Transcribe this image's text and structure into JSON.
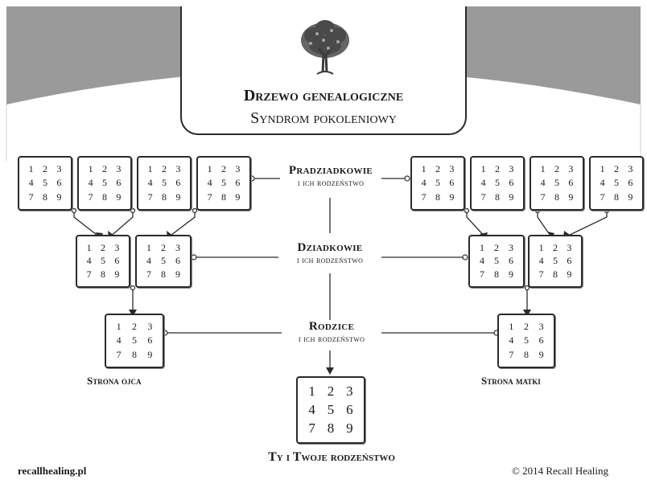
{
  "header": {
    "title": "Drzewo genealogiczne",
    "subtitle": "Syndrom pokoleniowy",
    "tree_icon": "tree-icon"
  },
  "grid_numbers": [
    "1",
    "2",
    "3",
    "4",
    "5",
    "6",
    "7",
    "8",
    "9"
  ],
  "levels": {
    "great_grandparents": {
      "title": "Pradziadkowie",
      "sub": "i ich rodzeństwo"
    },
    "grandparents": {
      "title": "Dziadkowie",
      "sub": "i ich rodzeństwo"
    },
    "parents": {
      "title": "Rodzice",
      "sub": "i ich rodzeństwo"
    }
  },
  "sides": {
    "father": "Strona ojca",
    "mother": "Strona matki"
  },
  "you": "Ty i Twoje rodzeństwo",
  "footer": {
    "left": "recallhealing.pl",
    "right": "© 2014 Recall Healing"
  },
  "colors": {
    "banner": "#9a9a9a",
    "border": "#2b2b2b",
    "background": "#ffffff"
  }
}
